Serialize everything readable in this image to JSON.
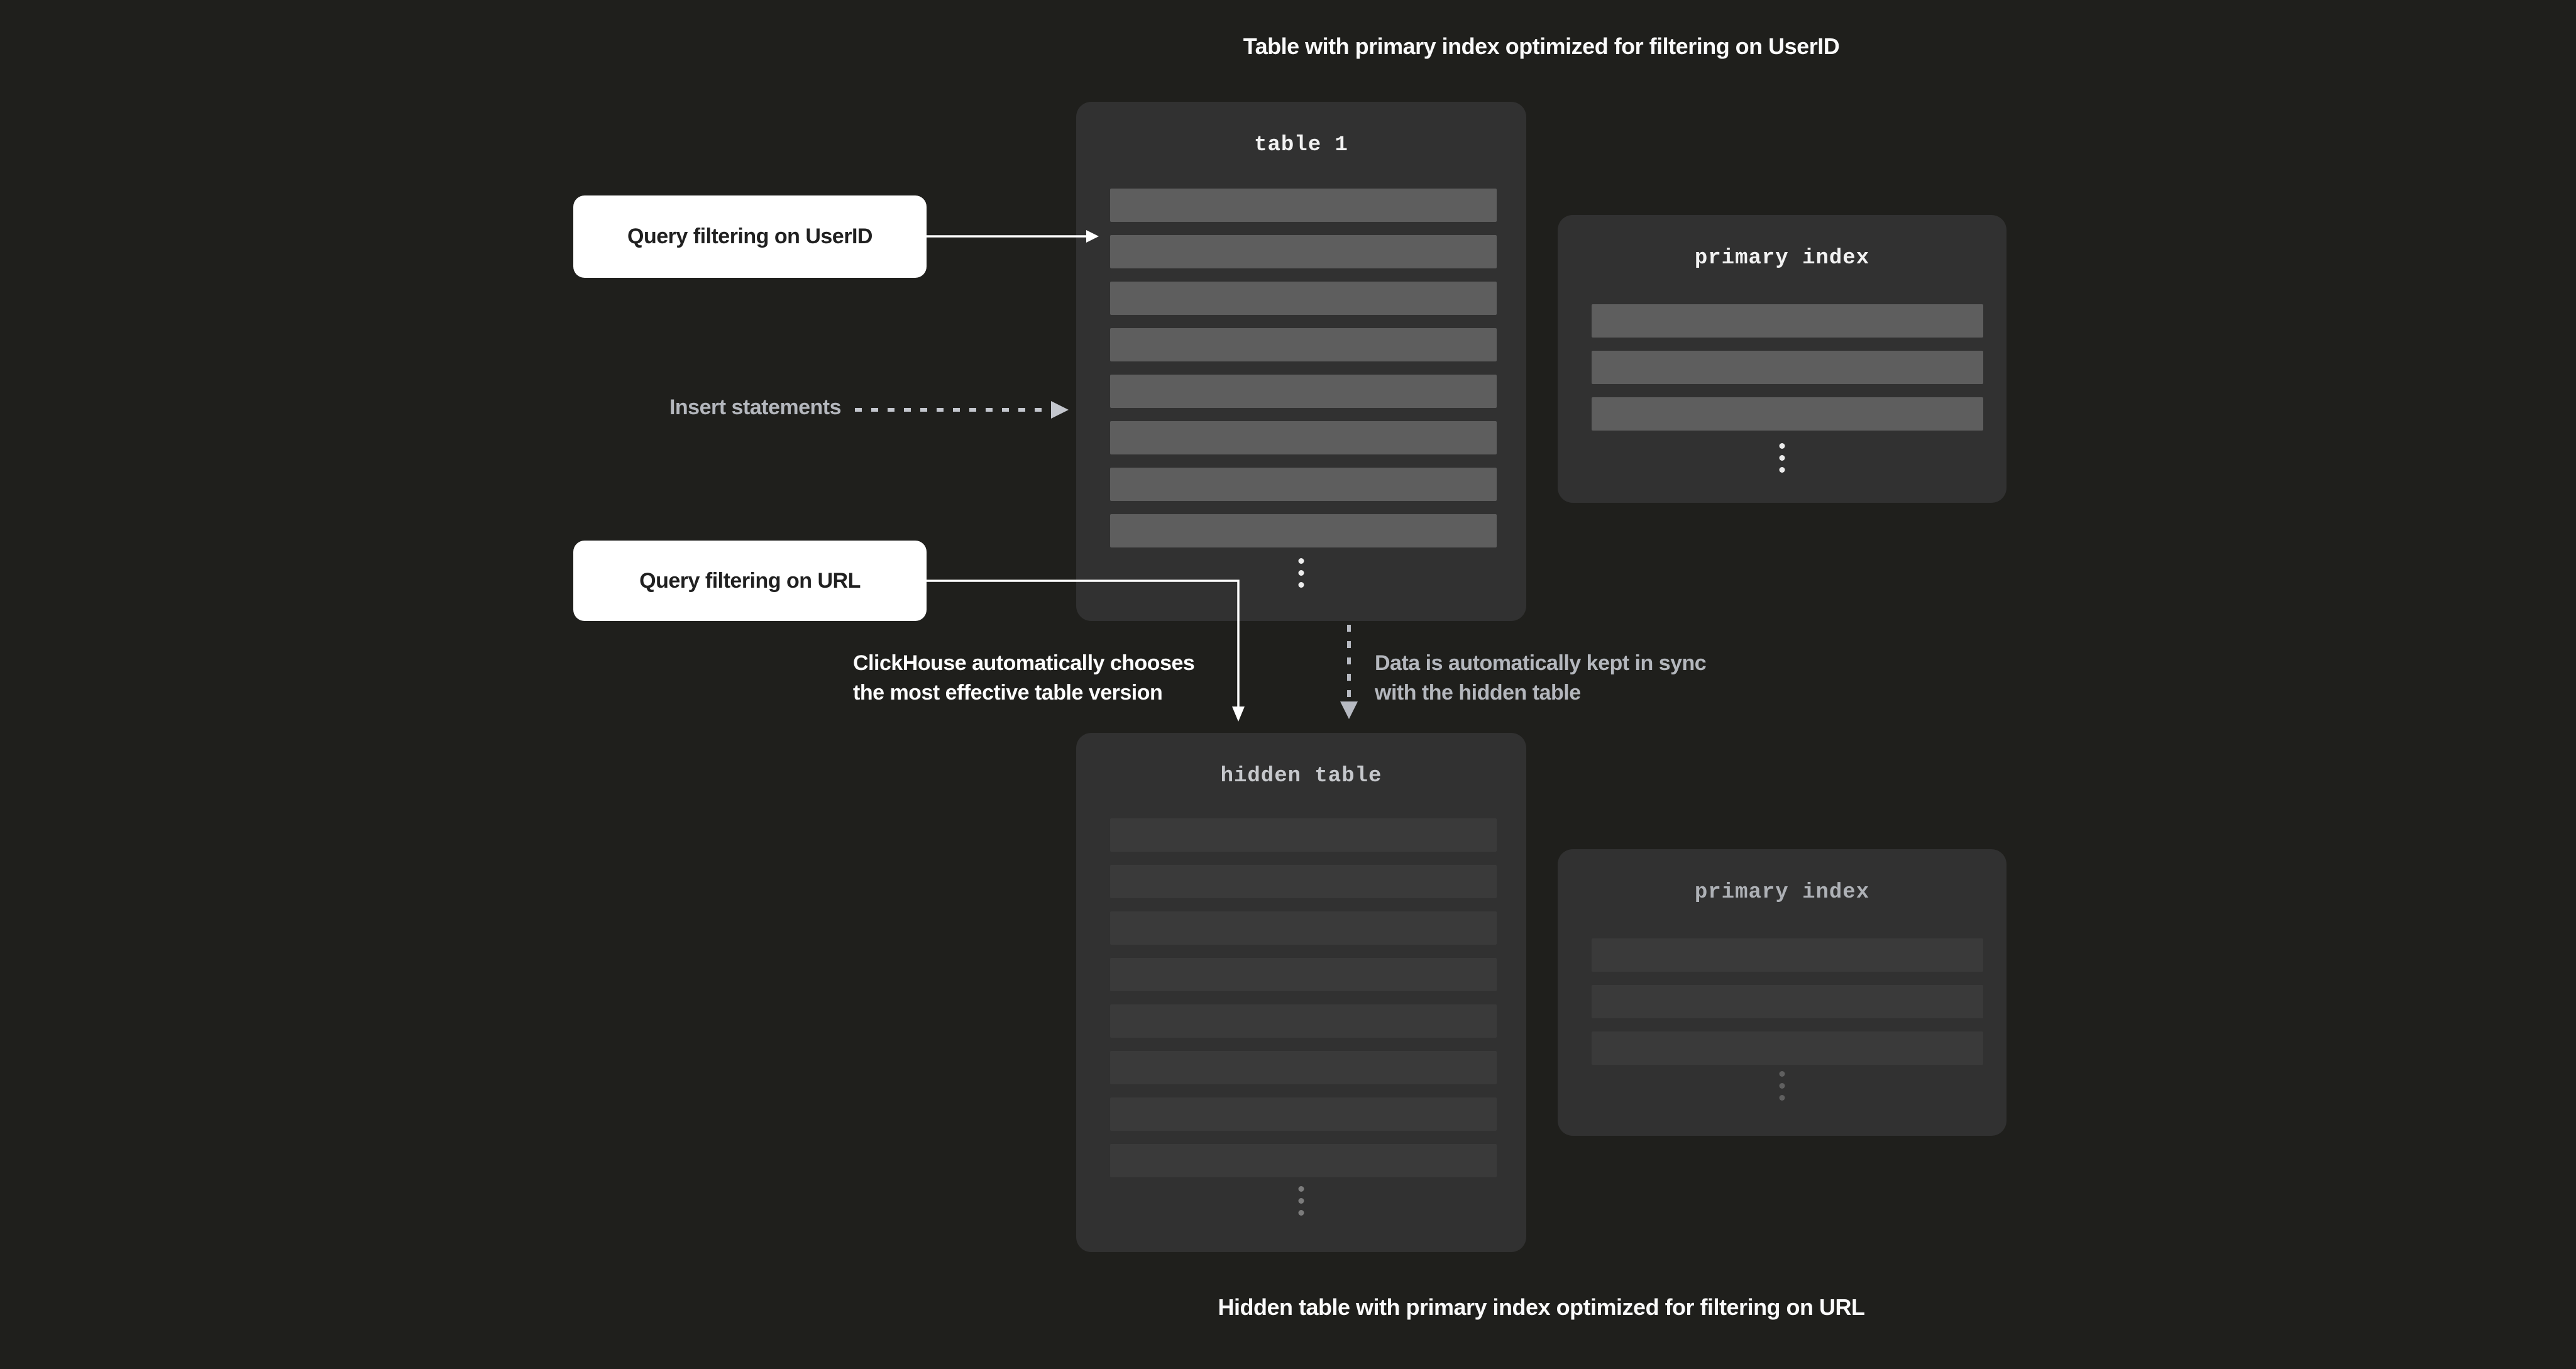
{
  "captions": {
    "top": "Table with primary index optimized for filtering on UserID",
    "bottom": "Hidden table with primary index optimized for filtering on URL"
  },
  "panels": {
    "table1": {
      "title": "table 1",
      "row_count": 8
    },
    "primary_index_top": {
      "title": "primary index",
      "row_count": 3
    },
    "hidden_table": {
      "title": "hidden table",
      "row_count": 8
    },
    "primary_index_bottom": {
      "title": "primary index",
      "row_count": 3
    }
  },
  "labels": {
    "query_userid": "Query filtering on UserID",
    "query_url": "Query filtering on URL",
    "insert": "Insert statements"
  },
  "notes": {
    "choose_line1": "ClickHouse automatically chooses",
    "choose_line2": "the most effective table version",
    "sync_line1": "Data is automatically kept in sync",
    "sync_line2": "with the hidden table"
  },
  "colors": {
    "background": "#1f1f1c",
    "panel": "#313131",
    "row_bright": "#5e5e5e",
    "row_dim": "#3a3a3a",
    "label_box_bg": "#ffffff",
    "label_box_text": "#202020",
    "text_white": "#fafafa",
    "text_gray": "#b4b7bd",
    "arrow_solid": "#ffffff",
    "arrow_dashed": "#c3c6cd"
  }
}
